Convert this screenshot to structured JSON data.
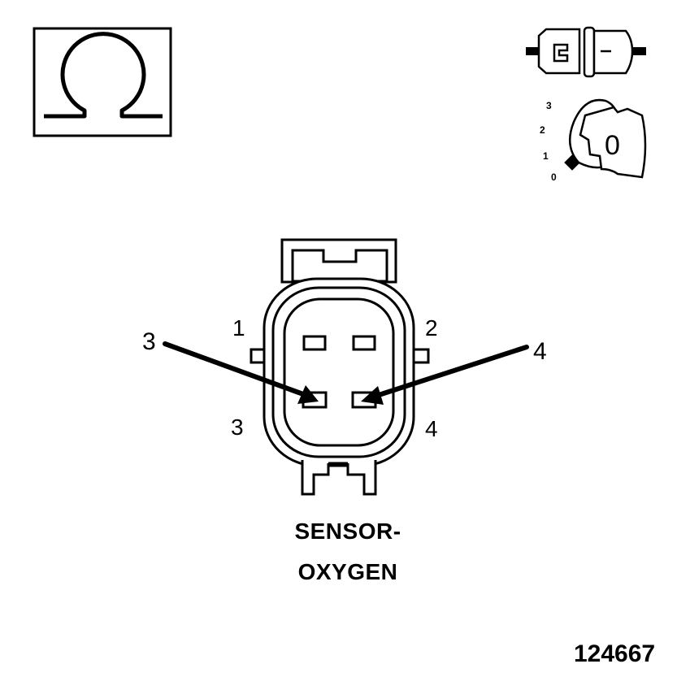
{
  "meter_icon": "ohm-icon",
  "key_icon": {
    "positions": [
      "3",
      "2",
      "1",
      "0"
    ],
    "key_label": "0"
  },
  "connector_icon": "disconnected-connector-icon",
  "cavity_labels": {
    "pin1": "1",
    "pin2": "2",
    "pin3": "3",
    "pin4": "4"
  },
  "probe_labels": {
    "left": "3",
    "right": "4"
  },
  "component_name": {
    "line1": "SENSOR-",
    "line2": "OXYGEN"
  },
  "figure_number": "124667",
  "colors": {
    "ink": "#000000",
    "fill": "#ffffff"
  }
}
